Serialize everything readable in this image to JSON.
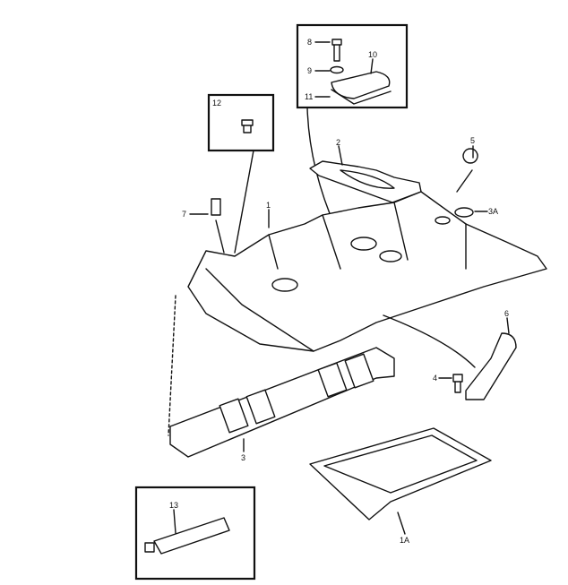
{
  "diagram": {
    "title": "Intake manifold exploded view",
    "callouts": {
      "manifold": "1",
      "tray": "1A",
      "carb_gasket": "2",
      "manifold_gasket": "3",
      "washer_3a": "3A",
      "bolt_4": "4",
      "bolt_5": "5",
      "bracket": "6",
      "sender": "7",
      "screw_8": "8",
      "washer_9": "9",
      "cover_plate": "10",
      "cover_gasket": "11",
      "plug": "12",
      "sealant_tube": "13"
    }
  }
}
